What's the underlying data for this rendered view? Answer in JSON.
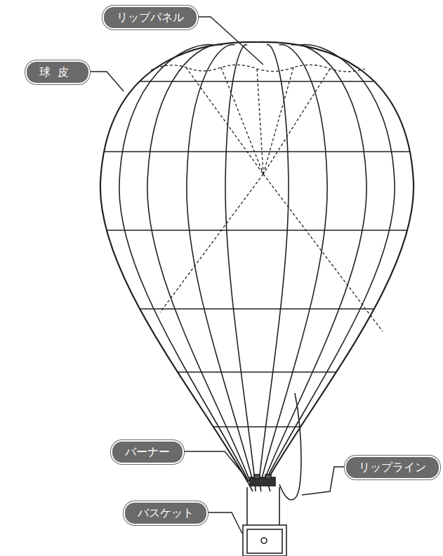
{
  "diagram": {
    "nodes": [
      {
        "text": [
          "リップパネル"
        ]
      },
      {
        "text": [
          "球皮"
        ]
      },
      {
        "text": [
          "バーナー"
        ]
      },
      {
        "text": [
          "リップライン"
        ]
      },
      {
        "text": [
          "バスケット"
        ]
      }
    ]
  }
}
